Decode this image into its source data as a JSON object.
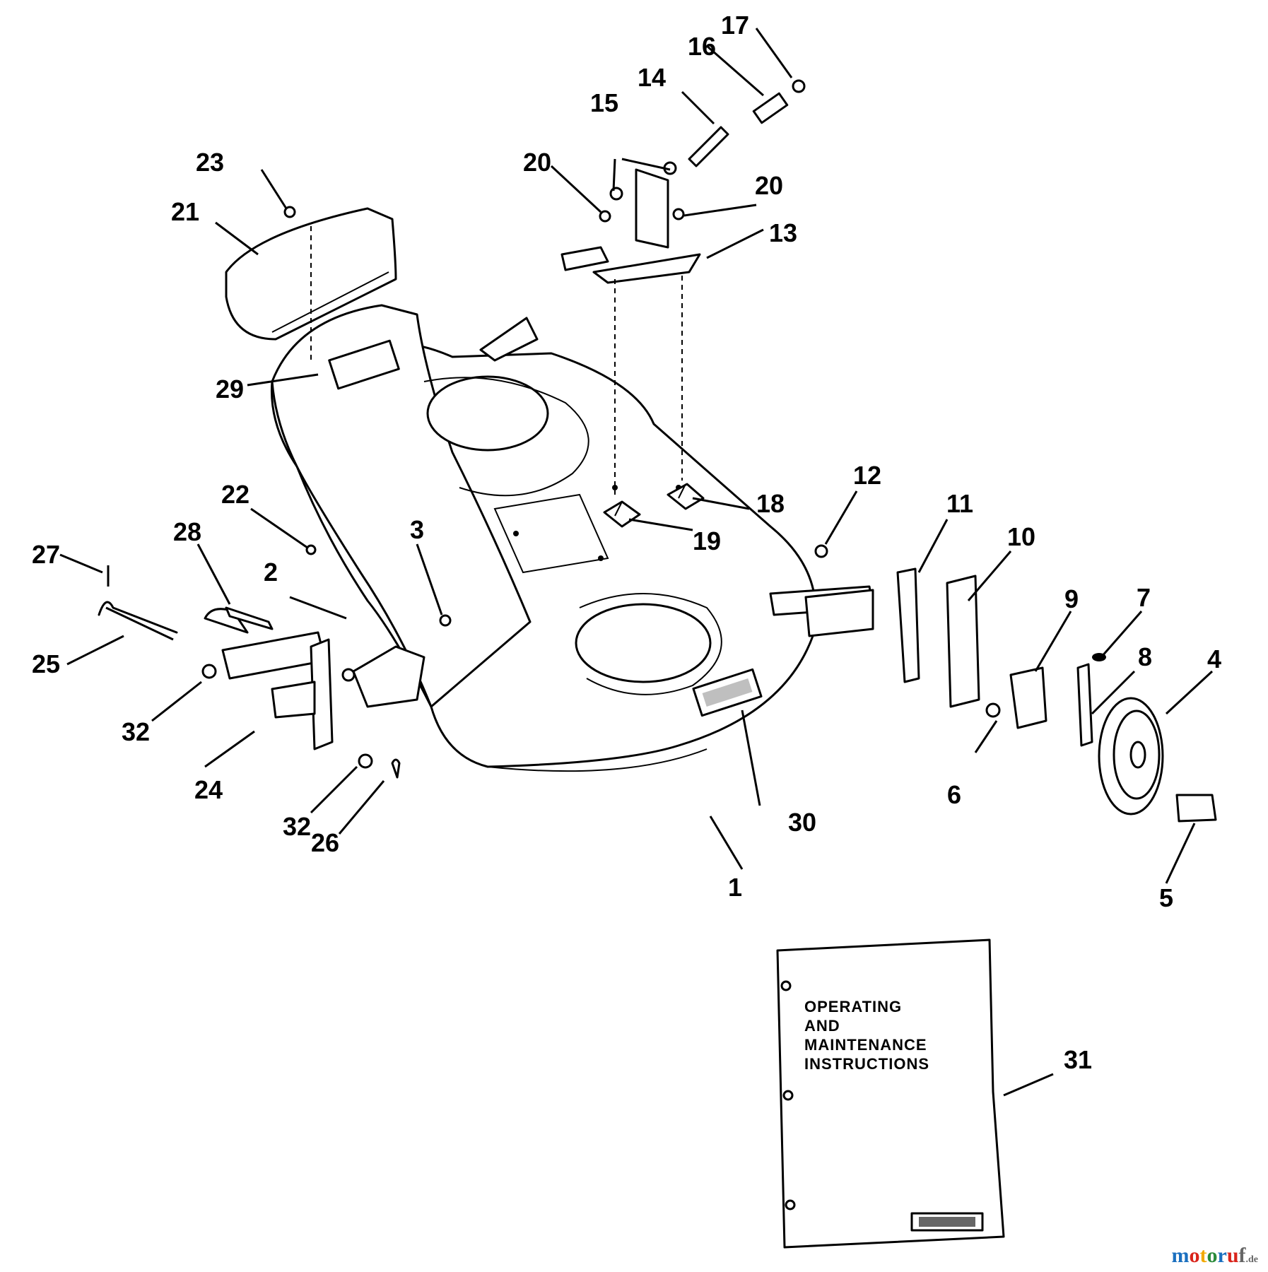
{
  "diagram": {
    "callouts": [
      "1",
      "2",
      "3",
      "4",
      "5",
      "6",
      "7",
      "8",
      "9",
      "10",
      "11",
      "12",
      "13",
      "14",
      "15",
      "16",
      "17",
      "18",
      "19",
      "20",
      "20",
      "21",
      "22",
      "23",
      "24",
      "25",
      "26",
      "27",
      "28",
      "29",
      "30",
      "31",
      "32",
      "32"
    ]
  },
  "manual": {
    "lines": [
      "OPERATING",
      "AND",
      "MAINTENANCE",
      "INSTRUCTIONS"
    ]
  },
  "watermark": {
    "brand": "motoruf",
    "suffix": ".de",
    "colors": [
      "#1a6fbf",
      "#d9241b",
      "#f2a900",
      "#2a8a3a",
      "#1a6fbf",
      "#d9241b",
      "#666666"
    ]
  }
}
